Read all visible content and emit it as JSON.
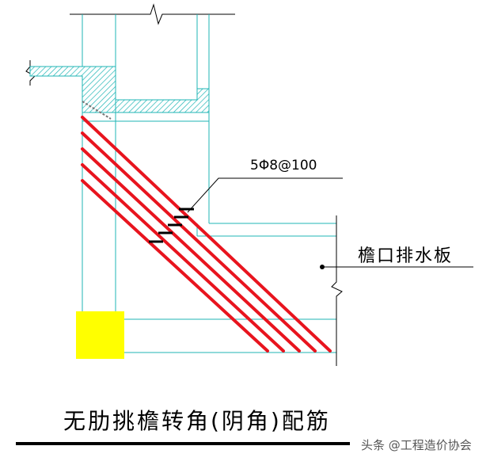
{
  "labels": {
    "rebar_spec": "5Φ8@100",
    "eave_drain_board": "檐口排水板",
    "caption": "无肋挑檐转角(阴角)配筋",
    "watermark": "头条 @工程造价协会"
  },
  "colors": {
    "rebar": "#e8141e",
    "outline": "#1fb5b5",
    "hatch": "#1fb5b5",
    "column": "#ffff00"
  }
}
